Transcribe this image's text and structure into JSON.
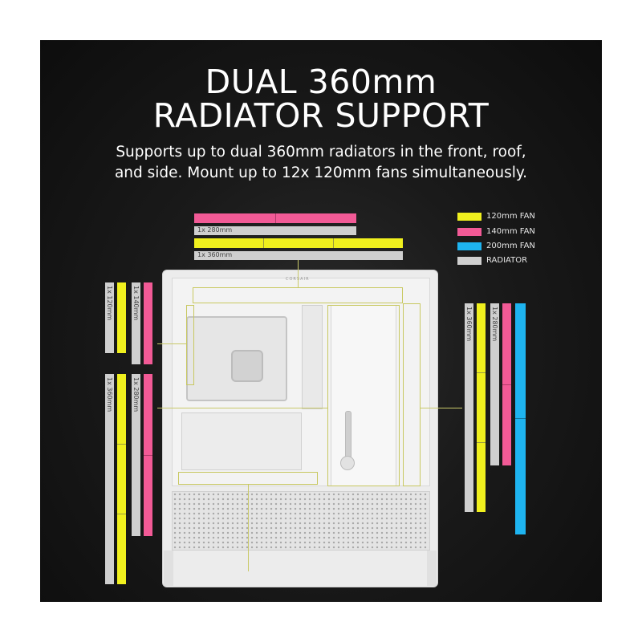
{
  "header": {
    "title_line1": "DUAL 360mm",
    "title_line2": "RADIATOR SUPPORT",
    "subtitle_line1": "Supports up to dual 360mm radiators in the front, roof,",
    "subtitle_line2": "and side. Mount up to 12x 120mm fans simultaneously."
  },
  "legend": [
    {
      "label": "120mm FAN",
      "color": "#f0f01e"
    },
    {
      "label": "140mm FAN",
      "color": "#f25a96"
    },
    {
      "label": "200mm FAN",
      "color": "#1eb4f0"
    },
    {
      "label": "RADIATOR",
      "color": "#cfcfcf"
    }
  ],
  "colors": {
    "fan120": "#f0f01e",
    "fan140": "#f25a96",
    "fan200": "#1eb4f0",
    "radiator": "#cfcfcf"
  },
  "top_mount": {
    "rad280_label": "1x 280mm",
    "rad360_label": "1x 360mm"
  },
  "left_mount": {
    "rad120_label": "1x 120mm",
    "rad140_label": "1x 140mm",
    "rad360_label": "1x 360mm",
    "rad280_label": "1x 280mm"
  },
  "right_mount": {
    "rad360_label": "1x 360mm",
    "rad280_label": "1x 280mm"
  },
  "case": {
    "brand_logo": "CORSAIR"
  }
}
